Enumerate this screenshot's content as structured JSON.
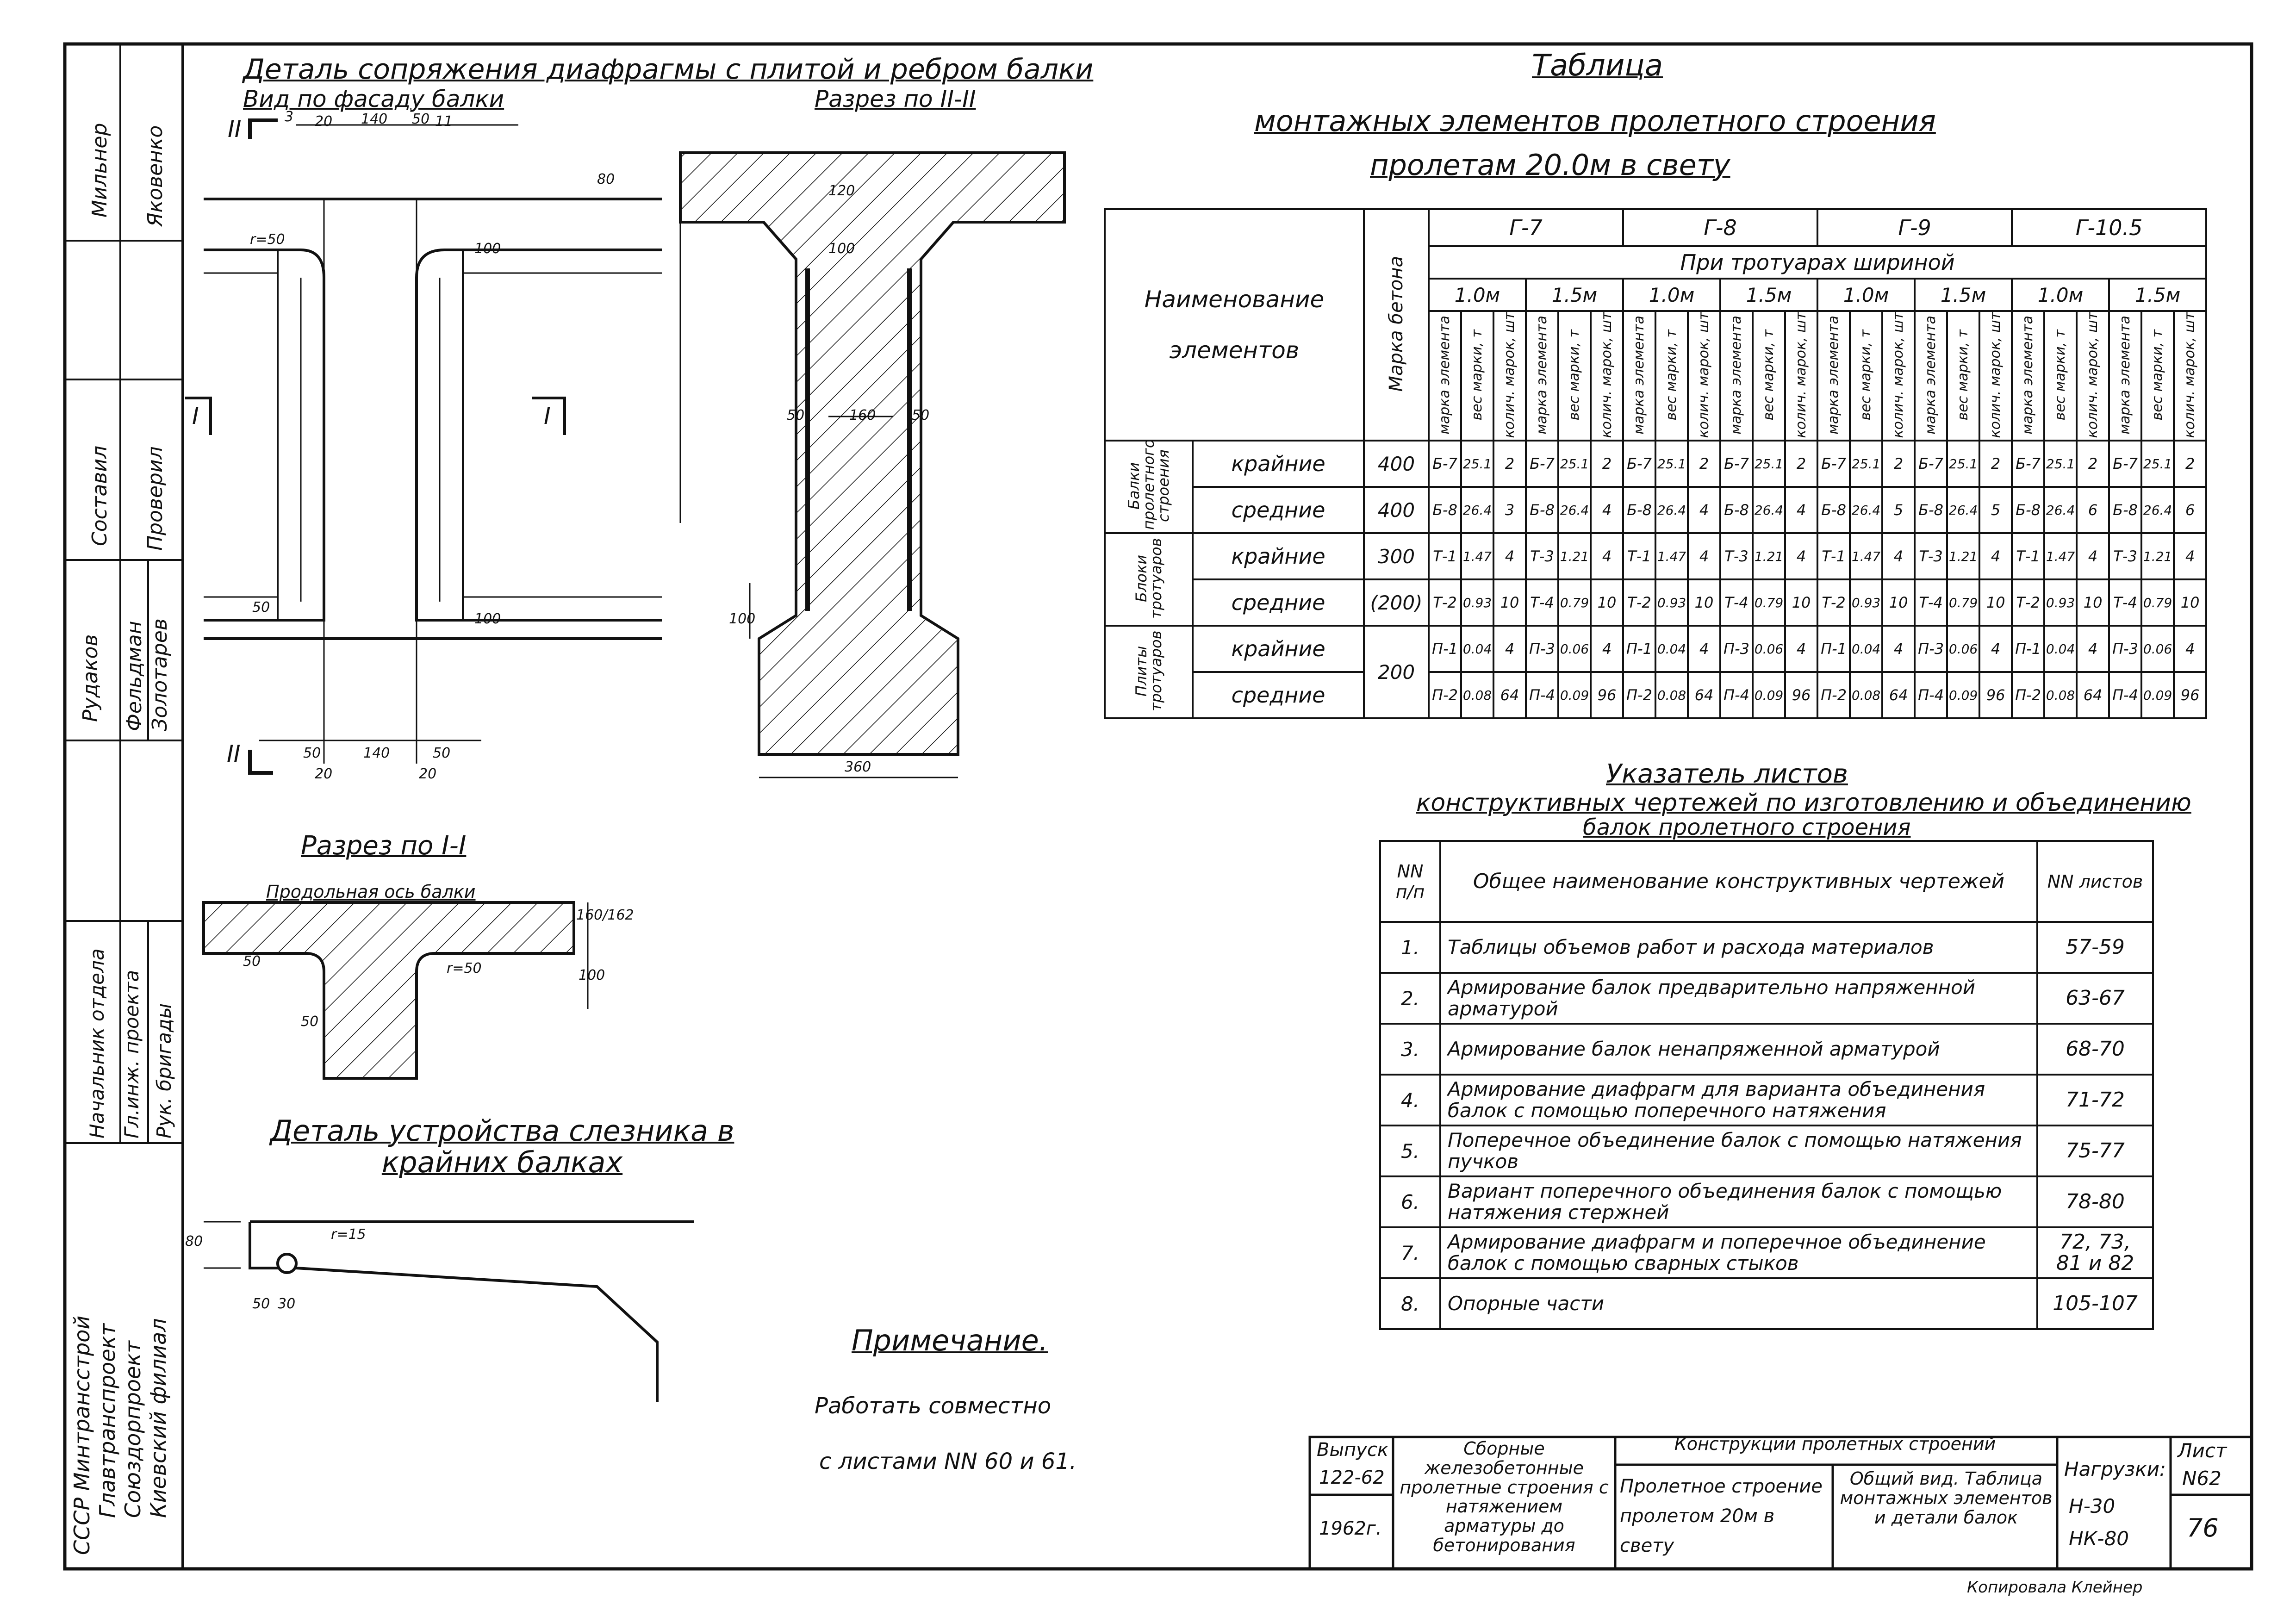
{
  "side_stamp": {
    "roles": [
      "Мильнер",
      "Яковенко",
      "Составил",
      "Проверил",
      "Рудаков",
      "Фельдман",
      "Золотарев",
      "Начальник отдела",
      "Гл.инж. проекта",
      "Рук. бригады"
    ],
    "org": [
      "СССР Минтрансстрой",
      "Главтранспроект",
      "Союздорпроект",
      "Киевский филиал"
    ]
  },
  "detail_main": {
    "title": "Деталь сопряжения диафрагмы с плитой и ребром балки",
    "facade": "Вид по фасаду балки",
    "section_2": "Разрез по II-II",
    "mark_2": "II",
    "mark_1": "I",
    "dims": {
      "d140": "140",
      "d50": "50",
      "d20": "20",
      "d80": "80",
      "d100": "100",
      "d160": "160",
      "d360": "360",
      "d120": "120",
      "r50": "r=50",
      "d3": "3",
      "d11": "11"
    }
  },
  "section_1": {
    "title": "Разрез по I-I",
    "axis": "Продольная ось балки",
    "r50": "r=50",
    "d50": "50",
    "d100": "100",
    "d160": "160/162"
  },
  "drip": {
    "title": "Деталь устройства слезника в крайних балках",
    "d80": "80",
    "d50": "50",
    "d30": "30",
    "r15": "r=15"
  },
  "note": {
    "title": "Примечание.",
    "line1": "Работать совместно",
    "line2": "с листами NN 60 и 61."
  },
  "mount_table": {
    "title1": "Таблица",
    "title2": "монтажных элементов пролетного строения",
    "title3": "пролетам 20.0м в свету",
    "name_header": "Наименование элементов",
    "concrete_header": "Марка бетона",
    "sidewalk_header": "При тротуарах шириной",
    "groups": [
      "Г-7",
      "Г-8",
      "Г-9",
      "Г-10.5"
    ],
    "widths": [
      "1.0м",
      "1.5м"
    ],
    "subcols": [
      "марка элемента",
      "вес марки, т",
      "колич. марок, шт"
    ],
    "row_groups": [
      {
        "name": "Балки пролетного строения",
        "rows": [
          {
            "sub": "крайние",
            "concrete": "400",
            "cells": [
              "Б-7",
              "25.1",
              "2",
              "Б-7",
              "25.1",
              "2",
              "Б-7",
              "25.1",
              "2",
              "Б-7",
              "25.1",
              "2",
              "Б-7",
              "25.1",
              "2",
              "Б-7",
              "25.1",
              "2",
              "Б-7",
              "25.1",
              "2",
              "Б-7",
              "25.1",
              "2"
            ]
          },
          {
            "sub": "средние",
            "concrete": "400",
            "cells": [
              "Б-8",
              "26.4",
              "3",
              "Б-8",
              "26.4",
              "4",
              "Б-8",
              "26.4",
              "4",
              "Б-8",
              "26.4",
              "4",
              "Б-8",
              "26.4",
              "5",
              "Б-8",
              "26.4",
              "5",
              "Б-8",
              "26.4",
              "6",
              "Б-8",
              "26.4",
              "6"
            ]
          }
        ]
      },
      {
        "name": "Блоки тротуаров",
        "rows": [
          {
            "sub": "крайние",
            "concrete": "300",
            "cells": [
              "Т-1",
              "1.47",
              "4",
              "Т-3",
              "1.21",
              "4",
              "Т-1",
              "1.47",
              "4",
              "Т-3",
              "1.21",
              "4",
              "Т-1",
              "1.47",
              "4",
              "Т-3",
              "1.21",
              "4",
              "Т-1",
              "1.47",
              "4",
              "Т-3",
              "1.21",
              "4"
            ]
          },
          {
            "sub": "средние",
            "concrete": "(200)",
            "cells": [
              "Т-2",
              "0.93",
              "10",
              "Т-4",
              "0.79",
              "10",
              "Т-2",
              "0.93",
              "10",
              "Т-4",
              "0.79",
              "10",
              "Т-2",
              "0.93",
              "10",
              "Т-4",
              "0.79",
              "10",
              "Т-2",
              "0.93",
              "10",
              "Т-4",
              "0.79",
              "10"
            ]
          }
        ]
      },
      {
        "name": "Плиты тротуаров",
        "rows": [
          {
            "sub": "крайние",
            "concrete": "200",
            "cells": [
              "П-1",
              "0.04",
              "4",
              "П-3",
              "0.06",
              "4",
              "П-1",
              "0.04",
              "4",
              "П-3",
              "0.06",
              "4",
              "П-1",
              "0.04",
              "4",
              "П-3",
              "0.06",
              "4",
              "П-1",
              "0.04",
              "4",
              "П-3",
              "0.06",
              "4"
            ]
          },
          {
            "sub": "средние",
            "concrete": "",
            "cells": [
              "П-2",
              "0.08",
              "64",
              "П-4",
              "0.09",
              "96",
              "П-2",
              "0.08",
              "64",
              "П-4",
              "0.09",
              "96",
              "П-2",
              "0.08",
              "64",
              "П-4",
              "0.09",
              "96",
              "П-2",
              "0.08",
              "64",
              "П-4",
              "0.09",
              "96"
            ]
          }
        ]
      }
    ]
  },
  "index": {
    "title1": "Указатель листов",
    "title2": "конструктивных чертежей по изготовлению и объединению",
    "title3": "балок пролетного строения",
    "h_num": "NN п/п",
    "h_name": "Общее наименование конструктивных чертежей",
    "h_sheets": "NN листов",
    "rows": [
      {
        "n": "1.",
        "name": "Таблицы объемов работ и расхода материалов",
        "sheets": "57-59"
      },
      {
        "n": "2.",
        "name": "Армирование балок предварительно напряженной арматурой",
        "sheets": "63-67"
      },
      {
        "n": "3.",
        "name": "Армирование балок ненапряженной арматурой",
        "sheets": "68-70"
      },
      {
        "n": "4.",
        "name": "Армирование диафрагм для варианта объединения балок с помощью поперечного натяжения",
        "sheets": "71-72"
      },
      {
        "n": "5.",
        "name": "Поперечное объединение балок с помощью натяжения пучков",
        "sheets": "75-77"
      },
      {
        "n": "6.",
        "name": "Вариант поперечного объединения балок с помощью натяжения стержней",
        "sheets": "78-80"
      },
      {
        "n": "7.",
        "name": "Армирование диафрагм и поперечное объединение балок с помощью сварных стыков",
        "sheets": "72, 73, 81 и 82"
      },
      {
        "n": "8.",
        "name": "Опорные части",
        "sheets": "105-107"
      }
    ]
  },
  "title_block": {
    "issue_label": "Выпуск",
    "issue": "122-62",
    "year": "1962г.",
    "series": "Сборные железобетонные пролетные строения с натяжением арматуры до бетонирования",
    "section": "Конструкции пролетных строений",
    "span": "Пролетное строение пролетом 20м в свету",
    "sheet_title": "Общий вид. Таблица монтажных элементов и детали балок",
    "loads_label": "Нагрузки:",
    "load1": "Н-30",
    "load2": "НК-80",
    "sheet_label": "Лист",
    "sheet_no": "N62",
    "page": "76",
    "footer": "Копировала Клейнер"
  }
}
